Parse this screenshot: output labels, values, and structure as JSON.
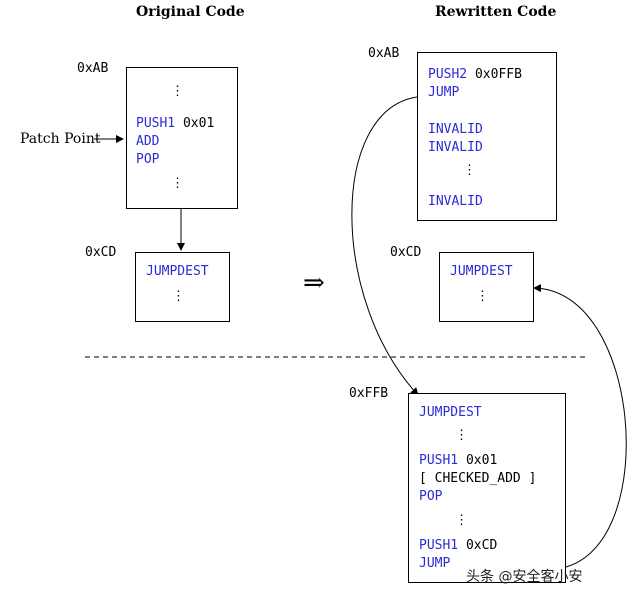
{
  "titles": {
    "left": "Original Code",
    "right": "Rewritten Code"
  },
  "left": {
    "addr_top": "0xAB",
    "addr_bottom": "0xCD",
    "patch_label": "Patch Point",
    "box1": {
      "dots": "⋮",
      "push_op": "PUSH1",
      "push_arg": "0x01",
      "add": "ADD",
      "pop": "POP"
    },
    "box2": {
      "jumpdest": "JUMPDEST",
      "dots": "⋮"
    }
  },
  "right": {
    "addr_top": "0xAB",
    "addr_mid": "0xCD",
    "addr_bottom": "0xFFB",
    "box1": {
      "push_op": "PUSH2",
      "push_arg": "0x0FFB",
      "jump": "JUMP",
      "inv1": "INVALID",
      "inv2": "INVALID",
      "dots": "⋮",
      "inv3": "INVALID"
    },
    "box2": {
      "jumpdest": "JUMPDEST",
      "dots": "⋮"
    },
    "box3": {
      "jumpdest": "JUMPDEST",
      "push1_op": "PUSH1",
      "push1_arg": "0x01",
      "checked": "[ CHECKED_ADD ]",
      "pop": "POP",
      "push2_op": "PUSH1",
      "push2_arg": "0xCD",
      "jump": "JUMP",
      "dots": "⋮"
    }
  },
  "implies_symbol": "⇒",
  "watermark": "头条 @安全客小安"
}
